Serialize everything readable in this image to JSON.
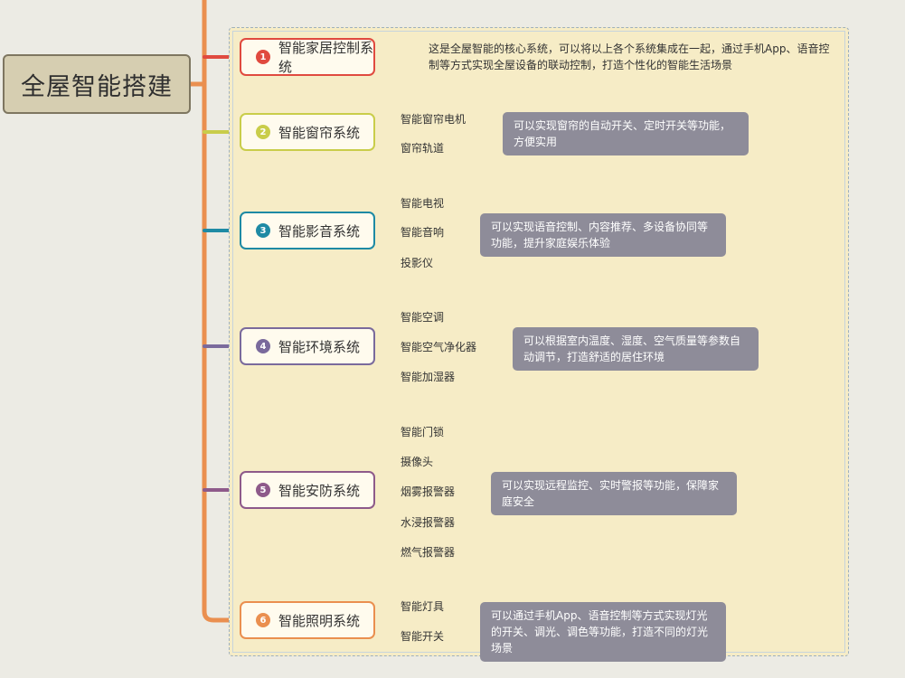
{
  "root": {
    "label": "全屋智能搭建"
  },
  "systems": [
    {
      "number": "1",
      "label": "智能家居控制系统",
      "color": "#e04a3f",
      "items": [],
      "description": "这是全屋智能的核心系统，可以将以上各个系统集成在一起，通过手机App、语音控制等方式实现全屋设备的联动控制，打造个性化的智能生活场景"
    },
    {
      "number": "2",
      "label": "智能窗帘系统",
      "color": "#c9cd4a",
      "items": [
        "智能窗帘电机",
        "窗帘轨道"
      ],
      "description": "可以实现窗帘的自动开关、定时开关等功能，方便实用"
    },
    {
      "number": "3",
      "label": "智能影音系统",
      "color": "#1e8aa4",
      "items": [
        "智能电视",
        "智能音响",
        "投影仪"
      ],
      "description": "可以实现语音控制、内容推荐、多设备协同等功能，提升家庭娱乐体验"
    },
    {
      "number": "4",
      "label": "智能环境系统",
      "color": "#7a6a9c",
      "items": [
        "智能空调",
        "智能空气净化器",
        "智能加湿器"
      ],
      "description": "可以根据室内温度、湿度、空气质量等参数自动调节，打造舒适的居住环境"
    },
    {
      "number": "5",
      "label": "智能安防系统",
      "color": "#8e5a8a",
      "items": [
        "智能门锁",
        "摄像头",
        "烟雾报警器",
        "水浸报警器",
        "燃气报警器"
      ],
      "description": "可以实现远程监控、实时警报等功能，保障家庭安全"
    },
    {
      "number": "6",
      "label": "智能照明系统",
      "color": "#ea8f4f",
      "items": [
        "智能灯具",
        "智能开关"
      ],
      "description": "可以通过手机App、语音控制等方式实现灯光的开关、调光、调色等功能，打造不同的灯光场景"
    }
  ]
}
